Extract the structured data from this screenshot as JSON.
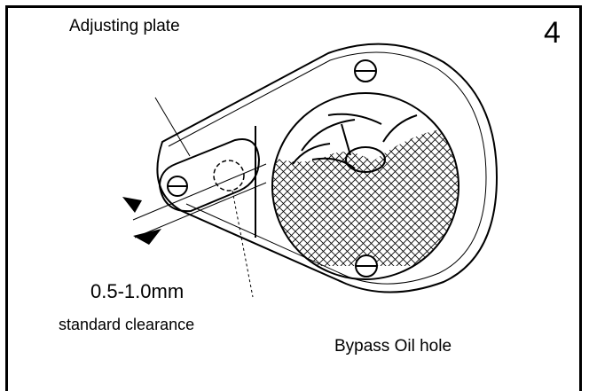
{
  "figure": {
    "number": "4",
    "label_adjusting_plate": "Adjusting plate",
    "clearance_value": "0.5-1.0mm",
    "clearance_label": "standard clearance",
    "label_bypass": "Bypass Oil hole"
  },
  "colors": {
    "ink": "#000000",
    "paper": "#ffffff"
  }
}
